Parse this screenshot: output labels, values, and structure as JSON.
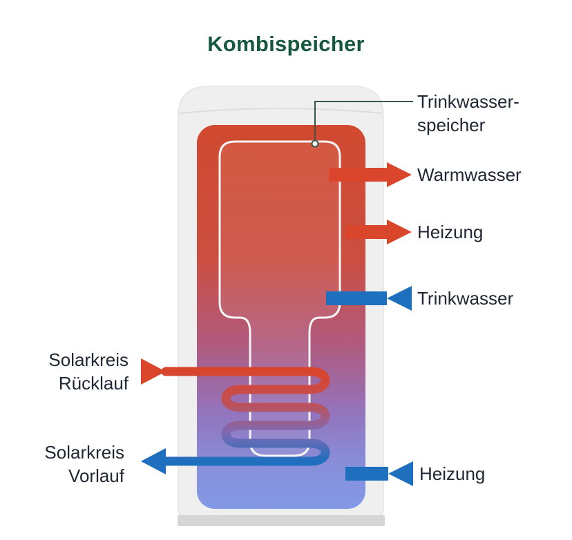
{
  "title": "Kombispeicher",
  "colors": {
    "title_green": "#17593f",
    "hot_red": "#d9462b",
    "cold_blue": "#1e6fbe",
    "label_text": "#1f2733",
    "pointer_line": "#35584b",
    "tank_shell": "#efefef",
    "tank_shell_edge": "#e3e3e3",
    "tank_seam": "#dcdcdc",
    "tank_base": "#d6d6d6",
    "vessel_outline": "#f5f5f5",
    "tank_gradient": [
      "#d14a30",
      "#cb4e41",
      "#b05a7e",
      "#9374bd",
      "#8691dc",
      "#8399e6"
    ],
    "coil_gradient": [
      "#d9452c",
      "#c14f55",
      "#7e6ab4",
      "#1e6fbd"
    ]
  },
  "callouts": {
    "trinkwasserspeicher": {
      "line1": "Trinkwasser-",
      "line2": "speicher"
    },
    "warmwasser": {
      "label": "Warmwasser"
    },
    "heizung_top": {
      "label": "Heizung"
    },
    "trinkwasser": {
      "label": "Trinkwasser"
    },
    "heizung_bottom": {
      "label": "Heizung"
    },
    "solarkreis_ruecklauf": {
      "line1": "Solarkreis",
      "line2": "Rücklauf"
    },
    "solarkreis_vorlauf": {
      "line1": "Solarkreis",
      "line2": "Vorlauf"
    }
  }
}
